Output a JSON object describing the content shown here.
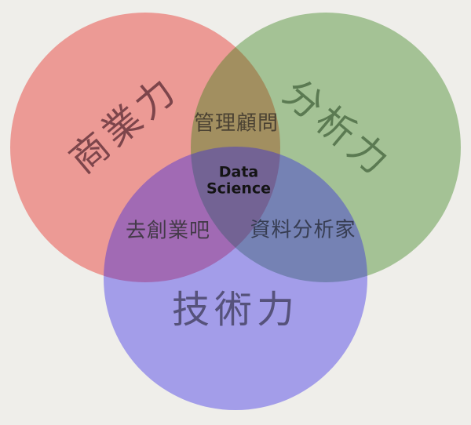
{
  "background_color": "#efeeea",
  "diagram": {
    "type": "venn3",
    "center_label": {
      "line1": "Data",
      "line2": "Science",
      "color": "#141414"
    },
    "sets": [
      {
        "id": "business",
        "label": "商業力",
        "fill_color": "#ec9b95",
        "paint_rgba": "rgba(232,22,14,0.386)",
        "text_color": "#7d454b",
        "rotation_deg": -40
      },
      {
        "id": "analysis",
        "label": "分析力",
        "fill_color": "#a4c295",
        "paint_rgba": "rgba(45,124,14,0.386)",
        "text_color": "#5b7a52",
        "rotation_deg": 40
      },
      {
        "id": "technical",
        "label": "技術力",
        "fill_color": "#a39de9",
        "paint_rgba": "rgba(42,28,231,0.386)",
        "text_color": "#56527b",
        "rotation_deg": 0
      }
    ],
    "intersections": [
      {
        "id": "business-analysis",
        "label": "管理顧問",
        "fill_color": "#9e8f63",
        "text_color": "#4b4233"
      },
      {
        "id": "business-technical",
        "label": "去創業吧",
        "fill_color": "#a16ab0",
        "text_color": "#443a49"
      },
      {
        "id": "analysis-technical",
        "label": "資料分析家",
        "fill_color": "#7785b2",
        "text_color": "#373d52"
      },
      {
        "id": "center",
        "label": "Data Science",
        "fill_color": "#75638e",
        "text_color": "#141414"
      }
    ]
  }
}
